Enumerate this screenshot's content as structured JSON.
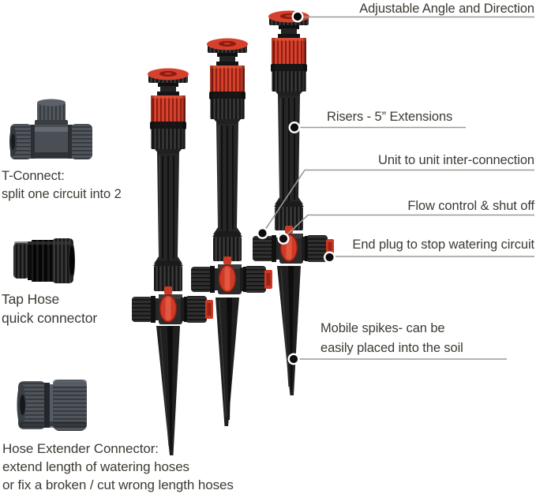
{
  "callouts": {
    "adjustable_angle": "Adjustable Angle and Direction",
    "risers": "Risers - 5” Extensions",
    "unit_connection": "Unit to unit inter-connection",
    "flow_control": "Flow control & shut off",
    "end_plug": "End plug to stop watering circuit",
    "mobile_spikes_line1": "Mobile spikes- can be",
    "mobile_spikes_line2": "easily placed into the soil"
  },
  "accessories": {
    "t_connect": {
      "name": "T-Connect:",
      "desc": "split one circuit into 2"
    },
    "tap_hose": {
      "name": "Tap Hose",
      "desc": "quick connector"
    },
    "hose_extender": {
      "name": "Hose Extender Connector:",
      "desc1": "extend length of watering hoses",
      "desc2": "or fix a broken / cut wrong length hoses"
    }
  },
  "colors": {
    "accent_red": "#d23b28",
    "hardware_black": "#222222",
    "connector_gray": "#4b5056",
    "label_text": "#3e3a34",
    "leader_line": "#9c9a97",
    "background": "#ffffff"
  }
}
